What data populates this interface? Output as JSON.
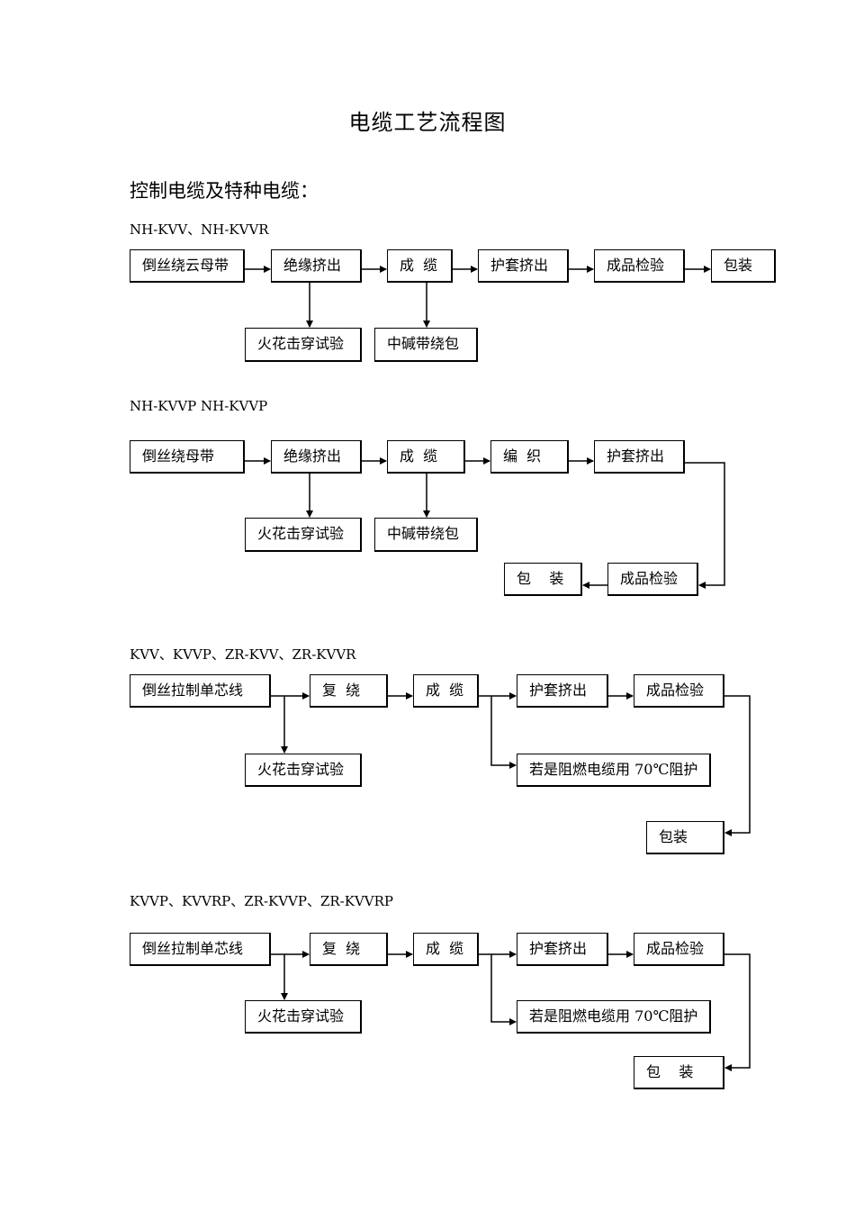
{
  "title": "电缆工艺流程图",
  "subtitle": "控制电缆及特种电缆：",
  "sections": [
    {
      "label": "NH-KVV、NH-KVVR",
      "boxes": [
        "倒丝绕云母带",
        "绝缘挤出",
        "成  缆",
        "护套挤出",
        "成品检验",
        "包装",
        "火花击穿试验",
        "中碱带绕包"
      ]
    },
    {
      "label": "NH-KVVP      NH-KVVP",
      "boxes": [
        "倒丝绕母带",
        "绝缘挤出",
        "成  缆",
        "编  织",
        "护套挤出",
        "火花击穿试验",
        "中碱带绕包",
        "包    装",
        "成品检验"
      ]
    },
    {
      "label": "KVV、KVVP、ZR-KVV、ZR-KVVR",
      "boxes": [
        "倒丝拉制单芯线",
        "复  绕",
        "成  缆",
        "护套挤出",
        "成品检验",
        "火花击穿试验",
        "若是阻燃电缆用 70℃阻护",
        "包装"
      ]
    },
    {
      "label": "KVVP、KVVRP、ZR-KVVP、ZR-KVVRP",
      "boxes": [
        "倒丝拉制单芯线",
        "复  绕",
        "成  缆",
        "护套挤出",
        "成品检验",
        "火花击穿试验",
        "若是阻燃电缆用 70℃阻护",
        "包    装"
      ]
    }
  ]
}
